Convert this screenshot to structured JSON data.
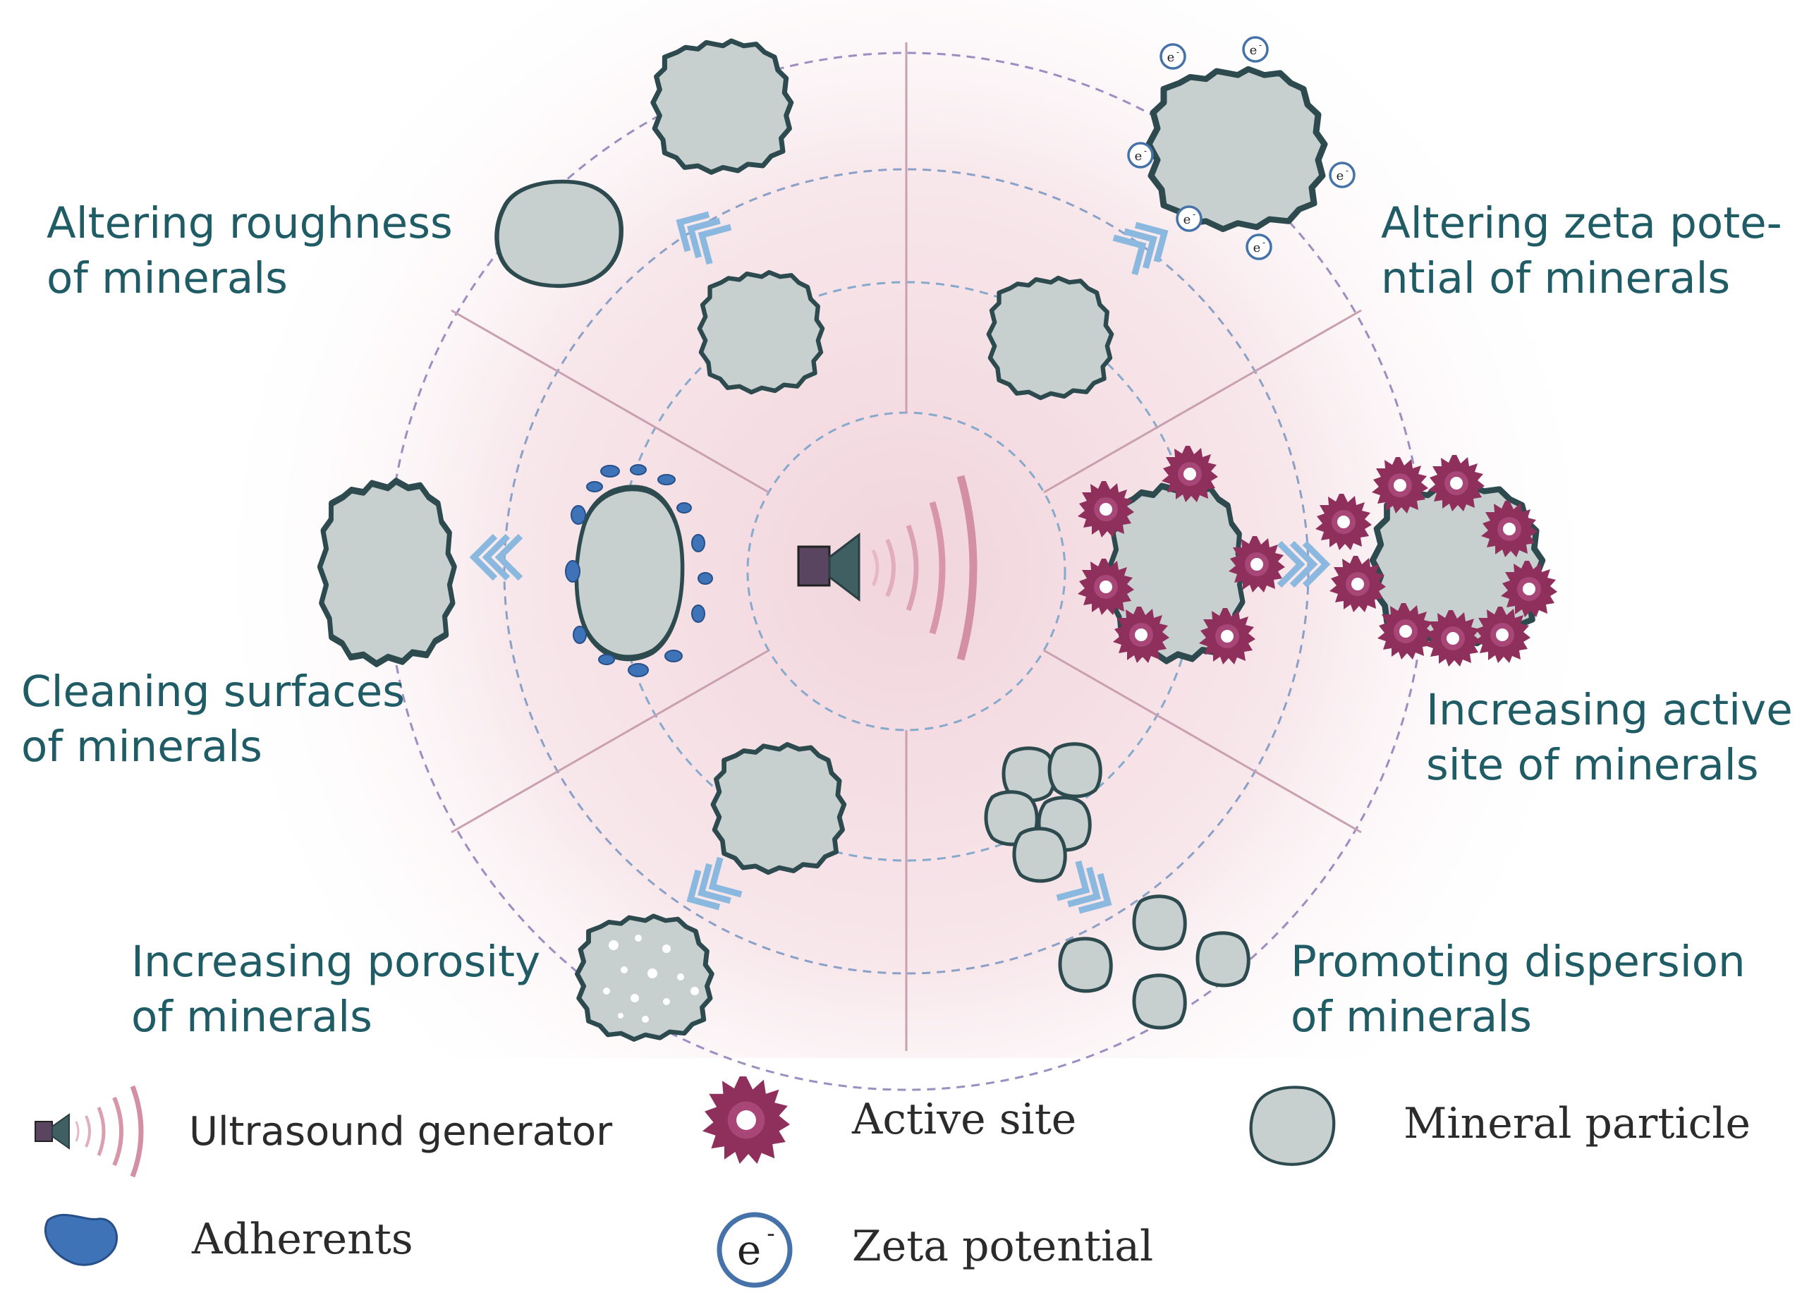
{
  "diagram": {
    "center": {
      "device": "ultrasound-generator"
    },
    "effects": [
      {
        "id": "roughness",
        "line1": "Altering roughness",
        "line2": "of minerals"
      },
      {
        "id": "zeta",
        "line1": "Altering zeta pote-",
        "line2": "ntial of minerals"
      },
      {
        "id": "cleaning",
        "line1": "Cleaning surfaces",
        "line2": "of minerals"
      },
      {
        "id": "active",
        "line1": "Increasing active",
        "line2": "site of minerals"
      },
      {
        "id": "porosity",
        "line1": "Increasing porosity",
        "line2": "of minerals"
      },
      {
        "id": "dispersion",
        "line1": "Promoting dispersion",
        "line2": "of minerals"
      }
    ],
    "zeta_symbol": {
      "base": "e",
      "sup": "-"
    }
  },
  "legend": [
    {
      "id": "ultrasound",
      "icon": "ultrasound-generator-icon",
      "label": "Ultrasound generator"
    },
    {
      "id": "active",
      "icon": "active-site-icon",
      "label": "Active site"
    },
    {
      "id": "mineral",
      "icon": "mineral-particle-icon",
      "label": "Mineral particle"
    },
    {
      "id": "adherents",
      "icon": "adherent-icon",
      "label": "Adherents"
    },
    {
      "id": "zeta",
      "icon": "zeta-potential-icon",
      "label": "Zeta potential"
    }
  ],
  "colors": {
    "label_text": "#1f5c65",
    "mineral_fill": "#c8cfcf",
    "mineral_stroke": "#2d4a4e",
    "arrow": "#8ab8de",
    "active_site": "#8e2f5c",
    "adherent": "#3f73b8",
    "zeta_ring": "#4572a8",
    "ring_line": "#7d9cc4",
    "background_glow": "#f2d7de"
  }
}
